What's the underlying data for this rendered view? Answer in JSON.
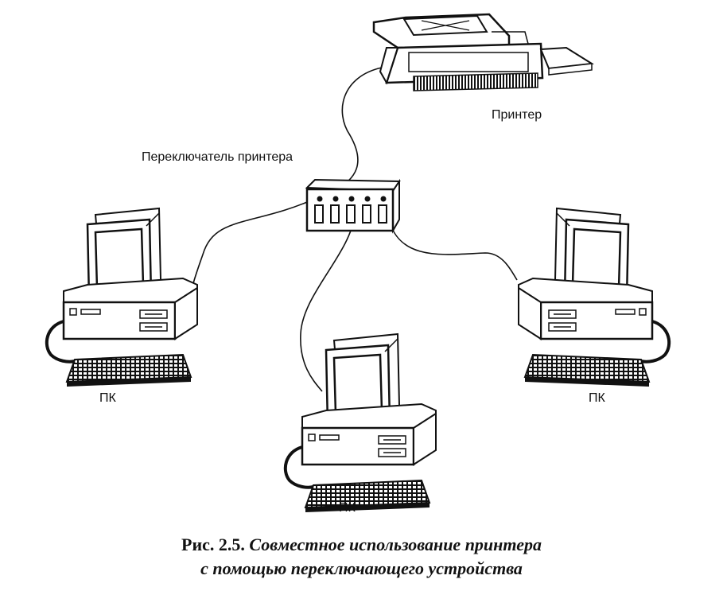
{
  "labels": {
    "printer": "Принтер",
    "switch": "Переключатель принтера",
    "pc_left": "ПК",
    "pc_center": "ПК",
    "pc_right": "ПК"
  },
  "caption": {
    "number": "Рис. 2.5.",
    "line1": "Совместное использование принтера",
    "line2": "с помощью переключающего устройства"
  }
}
